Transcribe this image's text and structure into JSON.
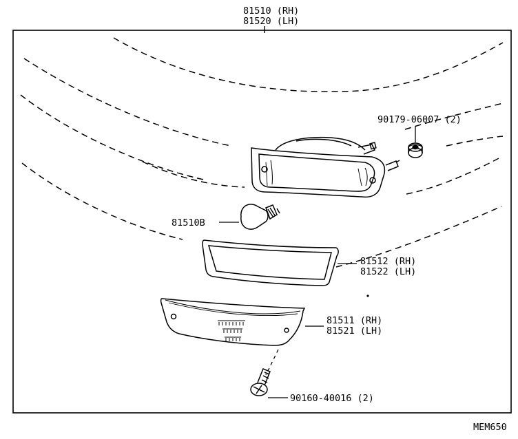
{
  "figure_ref": "MEM650",
  "parts": {
    "lamp_assy": {
      "line1": "81510 (RH)",
      "line2": "81520 (LH)"
    },
    "nut": {
      "line1": "90179-06007 (2)"
    },
    "bulb": {
      "line1": "81510B"
    },
    "gasket": {
      "line1": "81512 (RH)",
      "line2": "81522 (LH)"
    },
    "lens": {
      "line1": "81511 (RH)",
      "line2": "81521 (LH)"
    },
    "screw": {
      "line1": "90160-40016 (2)"
    }
  }
}
